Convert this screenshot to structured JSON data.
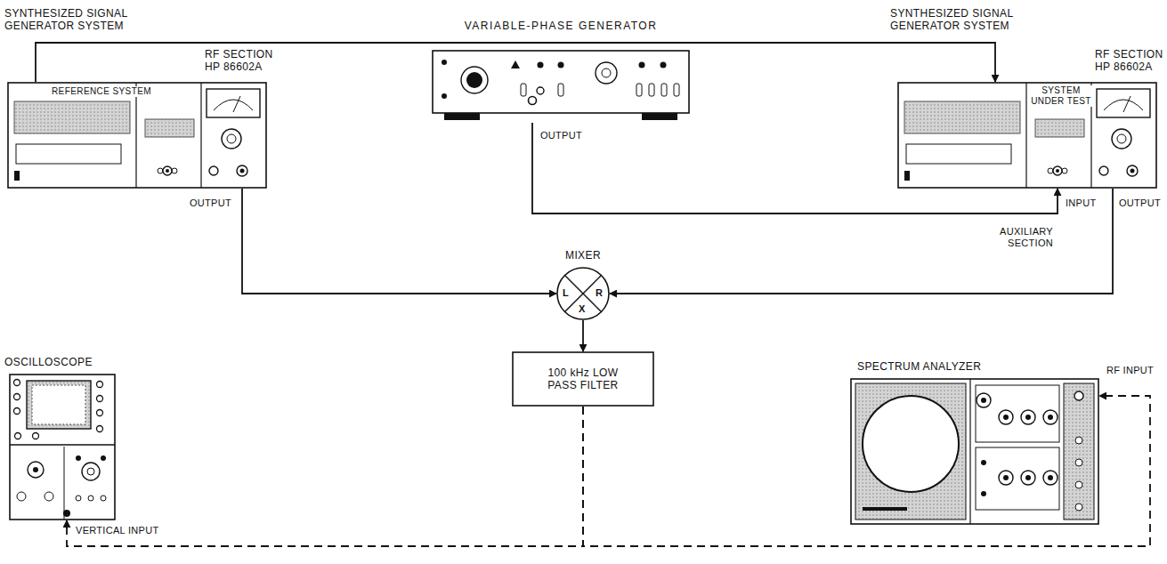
{
  "diagram": {
    "nodes": [
      {
        "text": [
          "SYNTHESIZED SIGNAL GENERATOR SYSTEM",
          "REFERENCE SYSTEM",
          "RF SECTION HP 86602A"
        ]
      },
      {
        "text": [
          "VARIABLE-PHASE GENERATOR"
        ]
      },
      {
        "text": [
          "SYNTHESIZED SIGNAL GENERATOR SYSTEM",
          "SYSTEM UNDER TEST",
          "RF SECTION HP 86602A"
        ]
      },
      {
        "text": [
          "MIXER",
          "L",
          "R",
          "X"
        ]
      },
      {
        "text": [
          "100 kHz LOW PASS FILTER"
        ]
      },
      {
        "text": [
          "OSCILLOSCOPE"
        ]
      },
      {
        "text": [
          "SPECTRUM ANALYZER"
        ]
      }
    ],
    "edges": [
      {
        "from": 0,
        "to": 2,
        "arrow": "to"
      },
      {
        "from": 1,
        "to": 2,
        "arrow": "to"
      },
      {
        "from": 0,
        "to": 3,
        "arrow": "to"
      },
      {
        "from": 2,
        "to": 3,
        "arrow": "to"
      },
      {
        "from": 3,
        "to": 4,
        "arrow": "to"
      },
      {
        "from": 4,
        "to": 5,
        "arrow": "to"
      },
      {
        "from": 4,
        "to": 6,
        "arrow": "to"
      }
    ],
    "labels": [
      "OUTPUT",
      "OUTPUT",
      "AUXILIARY SECTION",
      "INPUT",
      "OUTPUT",
      "VERTICAL INPUT",
      "RF INPUT"
    ]
  }
}
